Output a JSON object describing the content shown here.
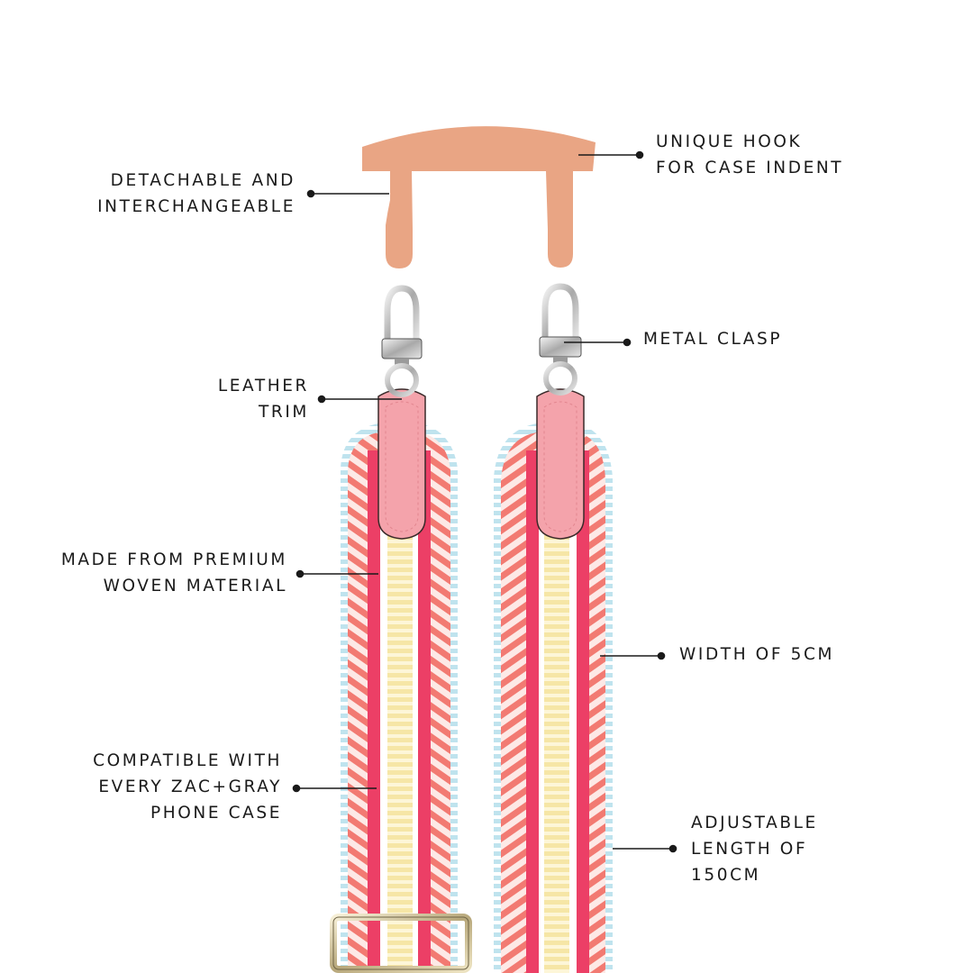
{
  "colors": {
    "hook": "#e9a584",
    "leather": "#f4a3ab",
    "stripe_red": "#ec3f66",
    "stripe_coral": "#f27a72",
    "stripe_cream": "#f6e6a6",
    "stripe_blue": "#bfe3ee",
    "metal": "#c9c9c9",
    "leader": "#1a1a1a"
  },
  "icons": [
    "phone-hook-icon",
    "metal-clasp-icon",
    "woven-strap-icon",
    "slider-buckle-icon"
  ],
  "labels": {
    "detachable": [
      "DETACHABLE AND",
      "INTERCHANGEABLE"
    ],
    "unique_hook": [
      "UNIQUE HOOK",
      "FOR CASE INDENT"
    ],
    "metal_clasp": [
      "METAL CLASP"
    ],
    "leather_trim": [
      "LEATHER",
      "TRIM"
    ],
    "woven_material": [
      "MADE FROM PREMIUM",
      "WOVEN MATERIAL"
    ],
    "width": [
      "WIDTH OF 5CM"
    ],
    "compatible": [
      "COMPATIBLE WITH",
      "EVERY ZAC+GRAY",
      "PHONE CASE"
    ],
    "length": [
      "ADJUSTABLE",
      "LENGTH OF",
      "150CM"
    ]
  }
}
